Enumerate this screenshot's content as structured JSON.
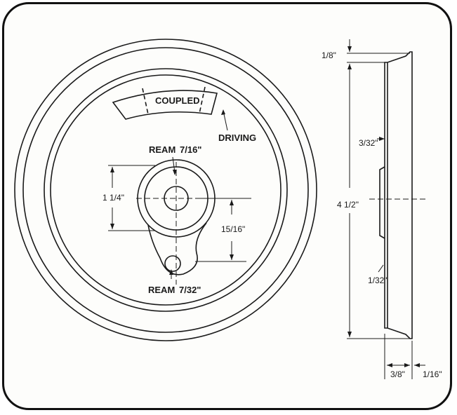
{
  "drawing": {
    "labels": {
      "coupled": "COUPLED",
      "driving": "DRIVING",
      "ream_top": "REAM",
      "ream_top_size": "7/16\"",
      "ream_bottom": "REAM",
      "ream_bottom_size": "7/32\"",
      "boss_height": "1 1/4\"",
      "crank_throw": "15/16\""
    },
    "side_view": {
      "flange_thickness": "1/8\"",
      "tyre_step": "3/32\"",
      "overall_diameter": "4 1/2\"",
      "hub_step": "1/32\"",
      "width": "3/8\"",
      "flange_offset": "1/16\""
    }
  },
  "colors": {
    "ink": "#1a1a1a",
    "paper": "#fdfdfb",
    "frame": "#111111"
  }
}
